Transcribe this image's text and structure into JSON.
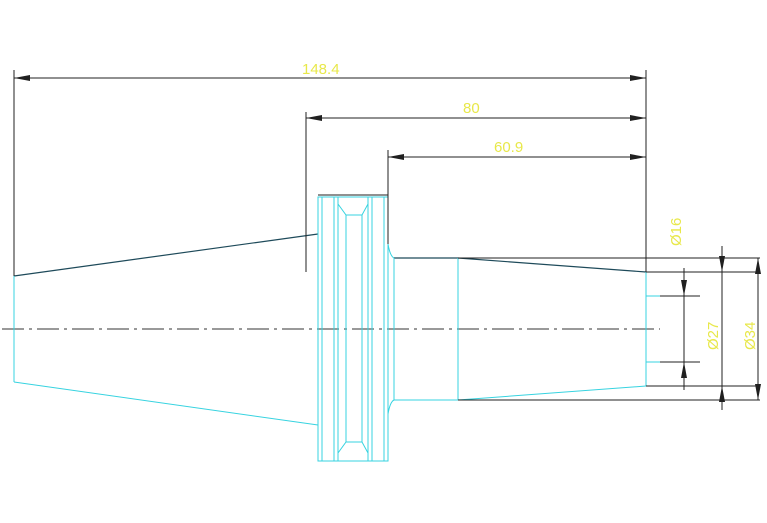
{
  "dimensions": {
    "overall_length": "148.4",
    "flange_to_tip": "80",
    "shank_length": "60.9",
    "diameter_tip_bore": "Ø16",
    "diameter_body": "Ø27",
    "diameter_max": "Ø34"
  },
  "colors": {
    "geometry": "#37d3e0",
    "dimension_text": "#e8e84a",
    "dimension_lines": "#202020",
    "taper_edge": "#1e4a5a"
  }
}
